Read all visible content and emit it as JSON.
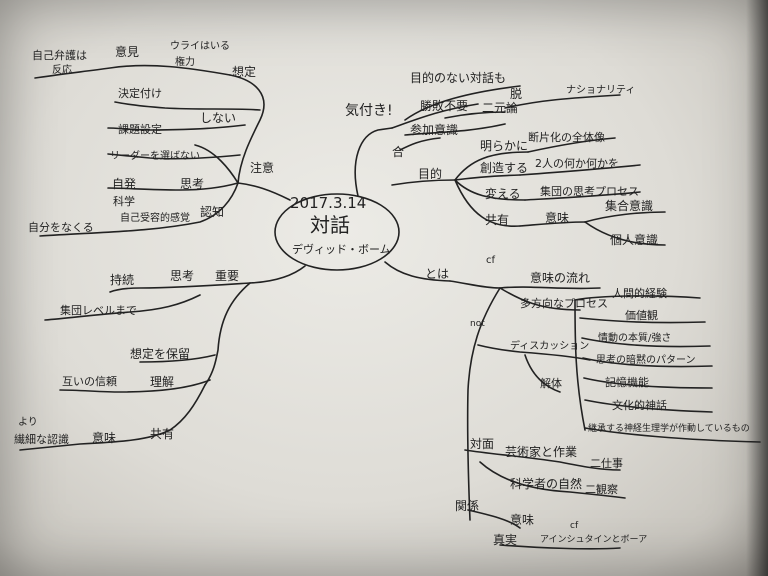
{
  "center": {
    "date": "2017.3.14",
    "title": "対話",
    "subtitle": "デヴィッド・ボーム"
  },
  "branches": {
    "kiduki": {
      "label": "気付き!",
      "items": [
        "目的のない対話も",
        "勝敗不要",
        "二元論",
        "脱",
        "ナショナリティ",
        "参加意識",
        "合"
      ]
    },
    "mokuteki": {
      "label": "目的",
      "items": [
        "明らかに",
        "断片化の全体像",
        "創造する",
        "2人の何か何かを",
        "変える",
        "集団の思考プロセス",
        "共有",
        "意味",
        "集合意識",
        "個人意識"
      ]
    },
    "toha": {
      "label": "とは",
      "items": [
        "cf",
        "意味の流れ",
        "多方向なプロセス",
        "人間的経験",
        "価値観",
        "情動の本質/強さ",
        "思考の暗黙のパターン",
        "記憶機能",
        "文化的神話",
        "継承する神経生理学が作動しているもの",
        "not",
        "ディスカッション",
        "解体",
        "対面",
        "芸術家と作業",
        "二仕事",
        "科学者の自然",
        "二観察",
        "関係",
        "意味",
        "真実",
        "cf",
        "アインシュタインとボーア"
      ]
    },
    "chuui": {
      "label": "注意",
      "items": [
        "自己弁護は",
        "意見",
        "反応",
        "ウライはいる",
        "権力",
        "想定",
        "決定付け",
        "しない",
        "課題設定",
        "リーダーを選ばない",
        "自発",
        "思考",
        "科学",
        "自己受容的感覚",
        "認知",
        "自分をなくる"
      ]
    },
    "juuyou": {
      "label": "重要",
      "items": [
        "持続",
        "思考",
        "集団レベルまで",
        "想定を保留",
        "互いの信頼",
        "理解",
        "より",
        "繊細な認識",
        "意味",
        "共有"
      ]
    }
  },
  "colors": {
    "ink": "#222222",
    "paper": "#e4e2dc"
  }
}
